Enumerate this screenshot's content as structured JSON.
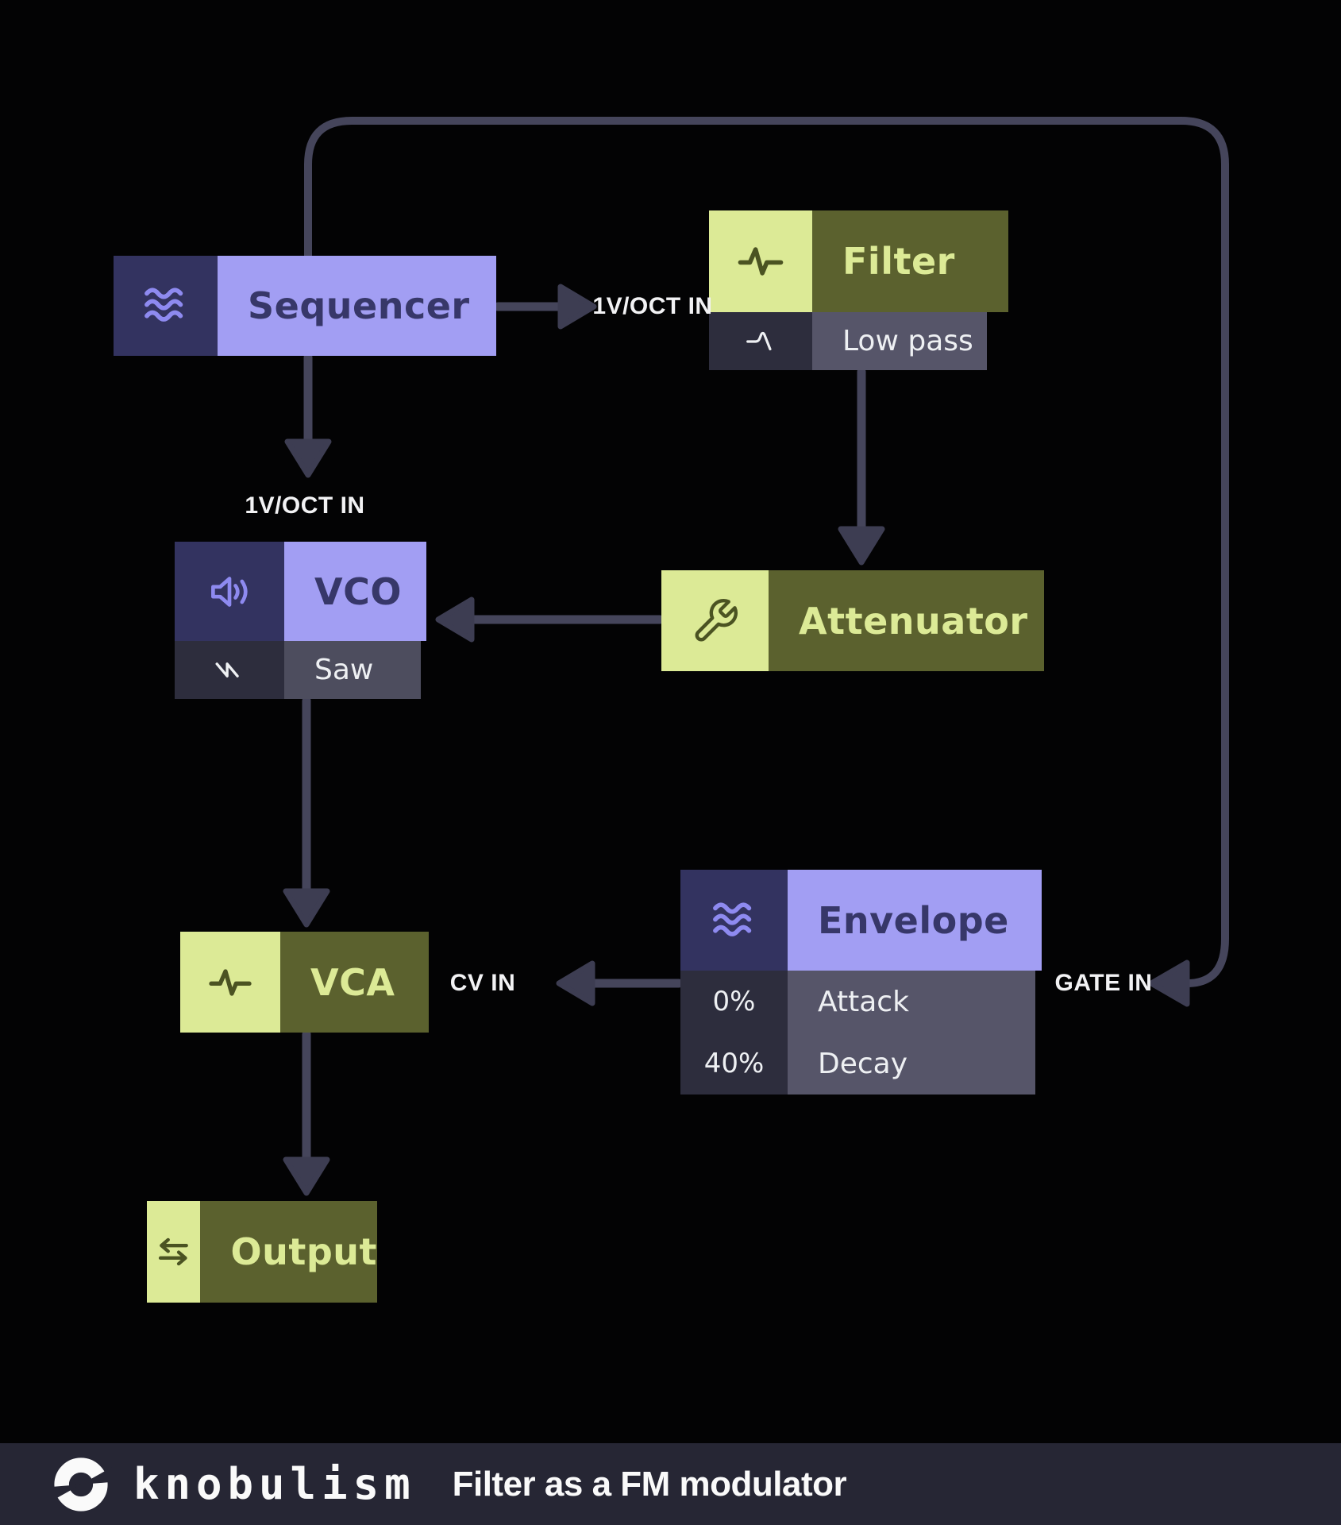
{
  "nodes": {
    "sequencer": {
      "title": "Sequencer",
      "icon": "waves-icon"
    },
    "filter": {
      "title": "Filter",
      "icon": "pulse-icon",
      "mode": "Low pass",
      "mode_icon": "lowpass-curve-icon"
    },
    "vco": {
      "title": "VCO",
      "icon": "speaker-icon",
      "wave": "Saw",
      "wave_icon": "sawtooth-icon"
    },
    "attenuator": {
      "title": "Attenuator",
      "icon": "wrench-icon"
    },
    "envelope": {
      "title": "Envelope",
      "icon": "waves-icon",
      "params": [
        {
          "value": "0%",
          "name": "Attack"
        },
        {
          "value": "40%",
          "name": "Decay"
        }
      ]
    },
    "vca": {
      "title": "VCA",
      "icon": "pulse-icon"
    },
    "output": {
      "title": "Output",
      "icon": "transfer-arrows-icon"
    }
  },
  "port_labels": {
    "filter_pitch_in": "1V/OCT IN",
    "vco_pitch_in": "1V/OCT IN",
    "vca_cv_in": "CV IN",
    "envelope_gate_in": "GATE IN"
  },
  "connections": [
    {
      "from": "sequencer",
      "to": "filter",
      "port": "1V/OCT IN"
    },
    {
      "from": "sequencer",
      "to": "vco",
      "port": "1V/OCT IN"
    },
    {
      "from": "sequencer",
      "to": "envelope",
      "port": "GATE IN"
    },
    {
      "from": "filter",
      "to": "attenuator",
      "port": ""
    },
    {
      "from": "attenuator",
      "to": "vco",
      "port": ""
    },
    {
      "from": "vco",
      "to": "vca",
      "port": ""
    },
    {
      "from": "envelope",
      "to": "vca",
      "port": "CV IN"
    },
    {
      "from": "vca",
      "to": "output",
      "port": ""
    }
  ],
  "footer": {
    "brand": "knobulism",
    "title": "Filter as a FM modulator"
  },
  "colors": {
    "background": "#030304",
    "lavender": "#a29ef3",
    "navy_icon_cell": "#333360",
    "navy_text": "#373769",
    "lime": "#dcea96",
    "olive": "#5b612e",
    "dark_subcell": "#2d2d3d",
    "gray_subcell": "#565569",
    "wire": "#45455b",
    "arrowhead": "#3d3d52",
    "label_text": "#f2f2f4",
    "footer_bg": "#262634"
  }
}
